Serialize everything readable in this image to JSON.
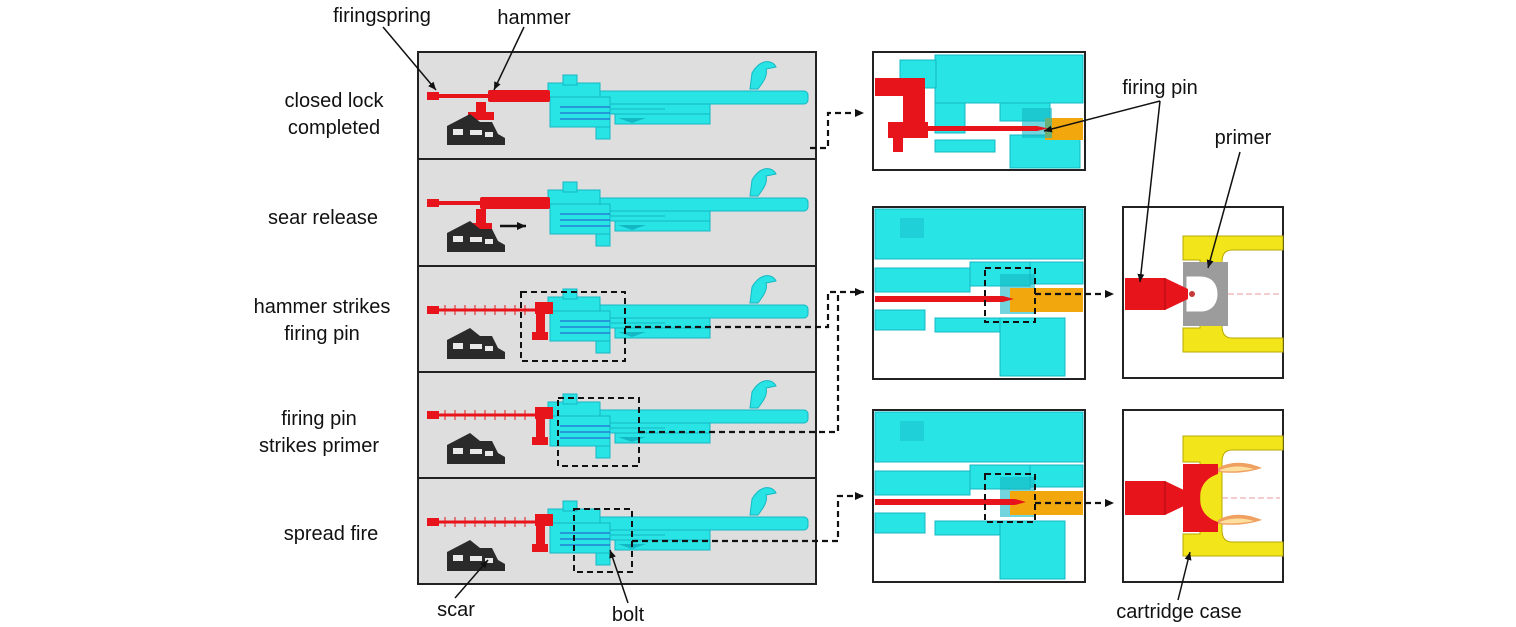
{
  "stages": [
    {
      "lines": [
        "closed lock",
        "completed"
      ]
    },
    {
      "lines": [
        "sear release"
      ]
    },
    {
      "lines": [
        "hammer strikes",
        "firing pin"
      ]
    },
    {
      "lines": [
        "firing pin",
        "strikes primer"
      ]
    },
    {
      "lines": [
        "spread fire"
      ]
    }
  ],
  "callouts": {
    "firingspring": "firingspring",
    "hammer": "hammer",
    "firing_pin": "firing pin",
    "primer": "primer",
    "scar": "scar",
    "bolt": "bolt",
    "cartridge_case": "cartridge case"
  },
  "colors": {
    "hammer_red": "#e8141b",
    "bolt_cyan": "#28e4e4",
    "bolt_cyan_dark": "#14b8c4",
    "cartridge_orange": "#f2a80c",
    "case_yellow": "#f2e61a",
    "panel_gray": "#dedede",
    "sear_black": "#2a2a2a",
    "primer_gray": "#9c9c9c"
  }
}
